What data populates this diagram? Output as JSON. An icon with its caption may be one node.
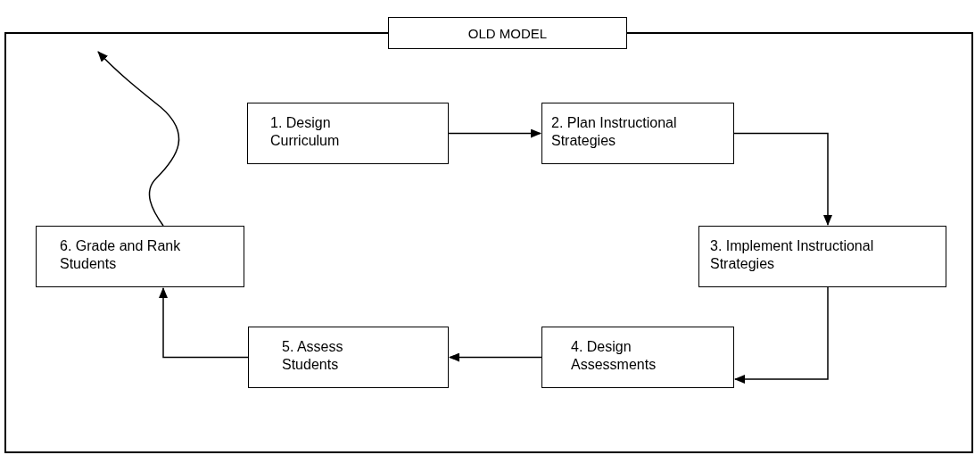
{
  "diagram": {
    "nodes": [
      {
        "text": [
          "OLD MODEL"
        ]
      },
      {
        "text": [
          "1. Design Curriculum"
        ],
        "in": 0
      },
      {
        "text": [
          "2. Plan Instructional Strategies"
        ],
        "in": 0
      },
      {
        "text": [
          "3. Implement Instructional Strategies"
        ],
        "in": 0
      },
      {
        "text": [
          "4. Design Assessments"
        ],
        "in": 0
      },
      {
        "text": [
          "5. Assess Students"
        ],
        "in": 0
      },
      {
        "text": [
          "6. Grade and Rank Students"
        ],
        "in": 0
      }
    ],
    "edges": [
      {
        "from": 1,
        "to": 2,
        "arrow": "to"
      },
      {
        "from": 2,
        "to": 3,
        "arrow": "to"
      },
      {
        "from": 3,
        "to": 4,
        "arrow": "to"
      },
      {
        "from": 4,
        "to": 5,
        "arrow": "to"
      },
      {
        "from": 5,
        "to": 6,
        "arrow": "to"
      },
      {
        "from": 6,
        "to": null,
        "arrow": "to"
      }
    ]
  }
}
